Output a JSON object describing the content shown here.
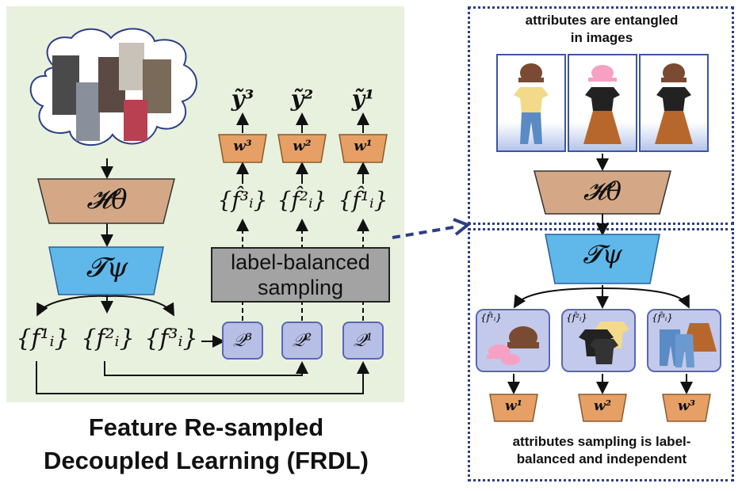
{
  "left": {
    "H": "𝓗θ",
    "T": "𝓣ψ",
    "features": [
      "{f¹ᵢ}",
      "{f²ᵢ}",
      "{f³ᵢ}"
    ],
    "queues": [
      "𝒬³",
      "𝒬²",
      "𝒬¹"
    ],
    "sampled": [
      "{f̂³ᵢ}",
      "{f̂²ᵢ}",
      "{f̂¹ᵢ}"
    ],
    "classifiers": [
      "w³",
      "w²",
      "w¹"
    ],
    "outputs": [
      "ỹ³",
      "ỹ²",
      "ỹ¹"
    ],
    "sampling_label": "label-balanced sampling",
    "caption_line1": "Feature Re-sampled",
    "caption_line2": "Decoupled Learning (FRDL)"
  },
  "right": {
    "top_text_line1": "attributes are entangled",
    "top_text_line2": "in images",
    "H": "𝓗θ",
    "T": "𝓣ψ",
    "feature_labels": [
      "{f̂¹ᵢ}",
      "{f̂²ᵢ}",
      "{f̂³ᵢ}"
    ],
    "classifiers": [
      "w¹",
      "w²",
      "w³"
    ],
    "bottom_text_line1": "attributes sampling is label-",
    "bottom_text_line2": "balanced and independent"
  },
  "colors": {
    "green_bg": "#e8f1de",
    "H_fill": "#d4a886",
    "T_fill": "#5fb7ea",
    "queue_fill": "#b7bfe6",
    "classifier_fill": "#e6a065",
    "panel_border": "#2c3f86"
  }
}
